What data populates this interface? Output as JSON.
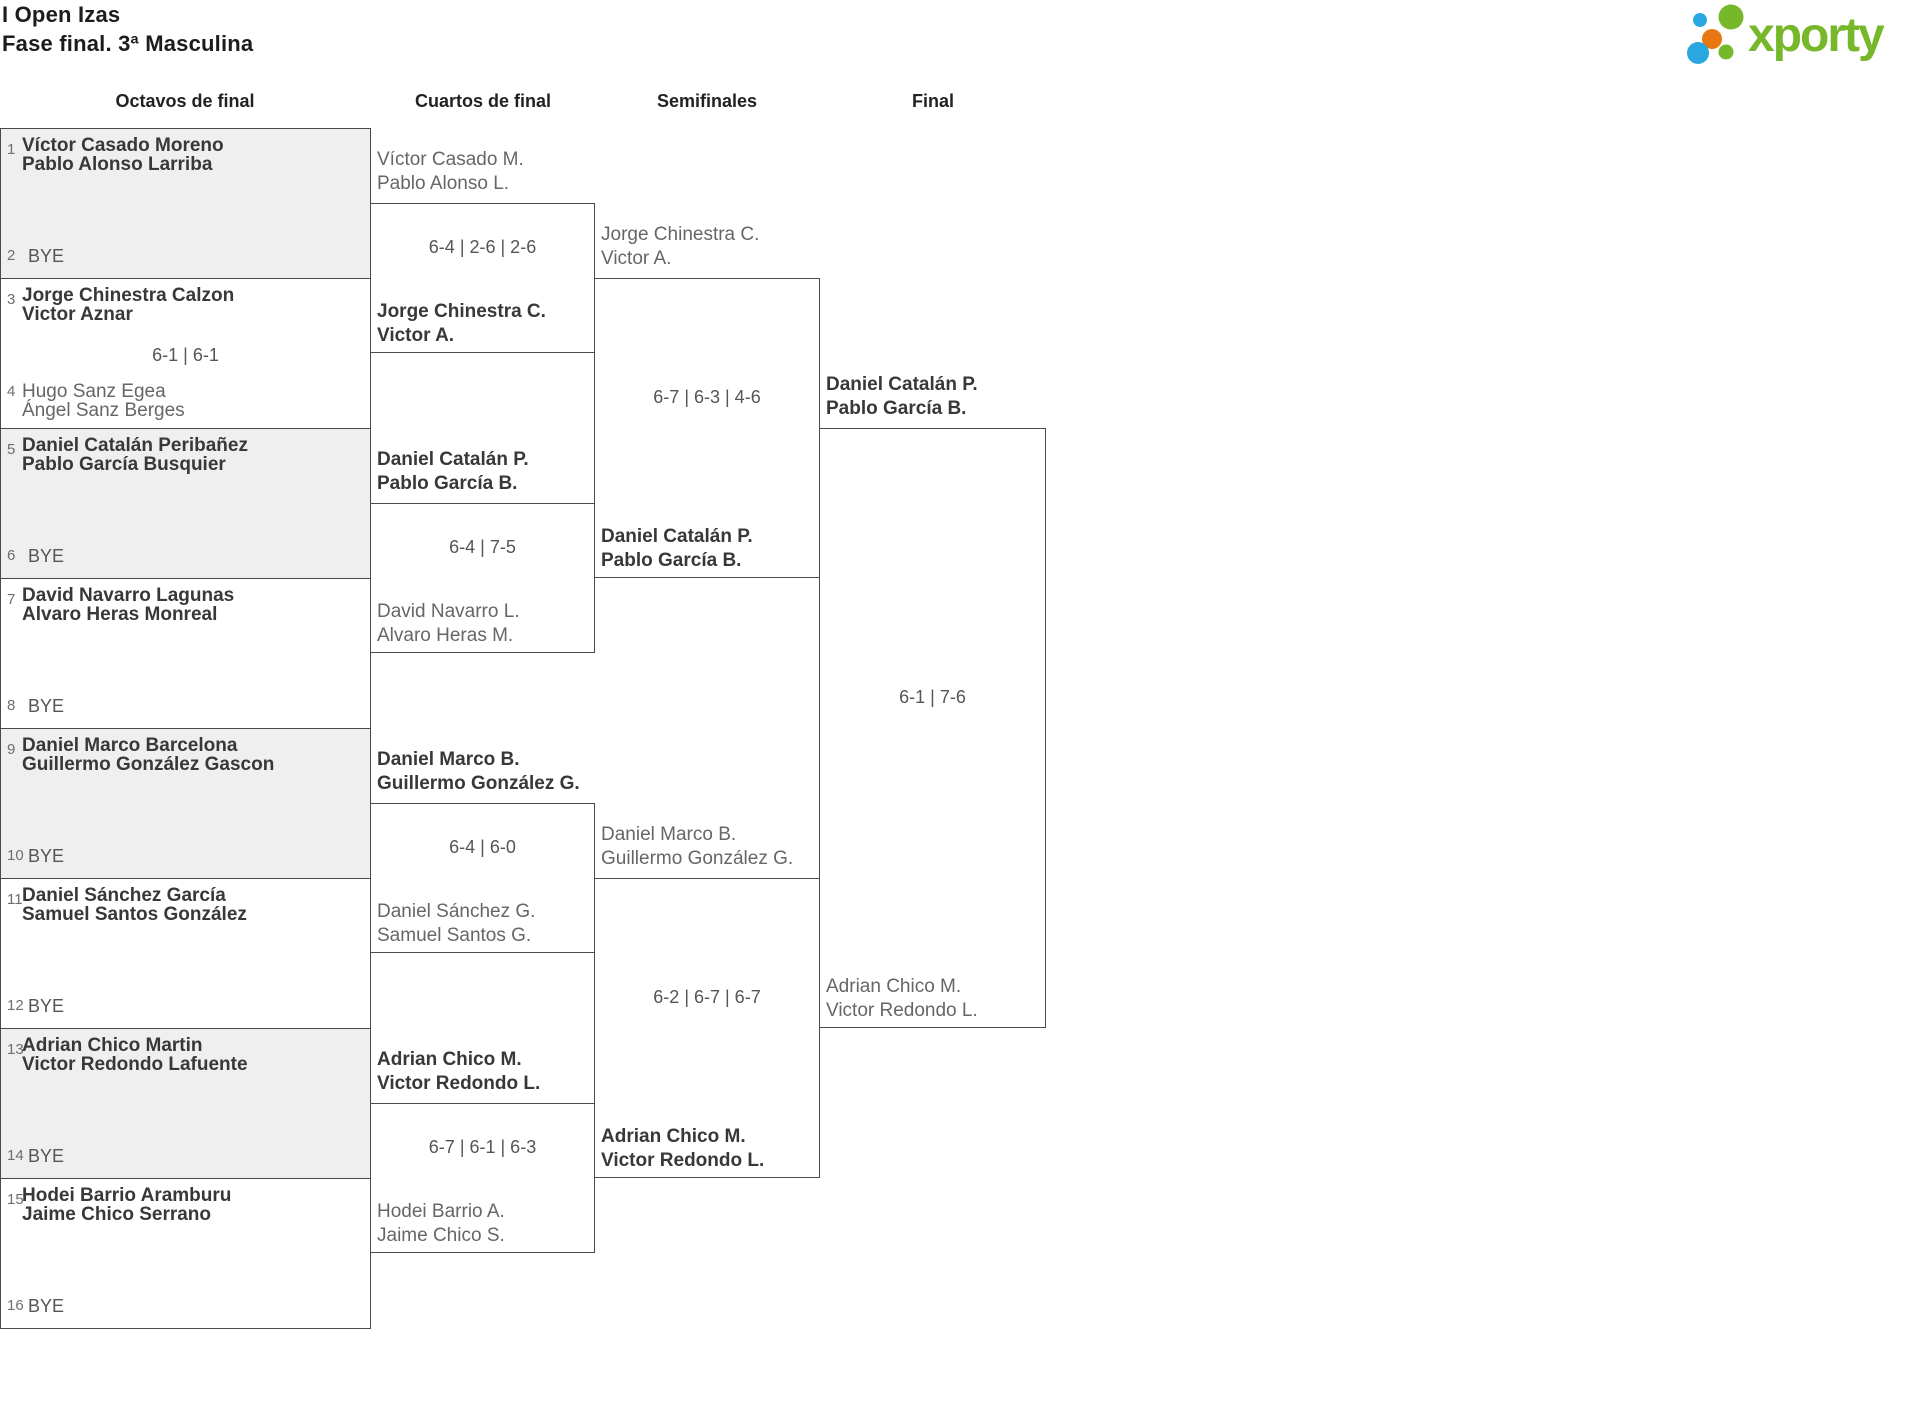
{
  "header": {
    "title": "I Open Izas",
    "subtitle": "Fase final. 3ª Masculina"
  },
  "logo": {
    "text": "xporty",
    "colors": {
      "green": "#76b82a",
      "blue": "#2aa7e0",
      "orange": "#e87711"
    }
  },
  "columns": [
    "Octavos de final",
    "Cuartos de final",
    "Semifinales",
    "Final"
  ],
  "r16": [
    {
      "seed1": "1",
      "team1": [
        "Víctor Casado Moreno",
        "Pablo Alonso Larriba"
      ],
      "seed2": "2",
      "team2": [
        "BYE"
      ]
    },
    {
      "seed1": "3",
      "team1": [
        "Jorge Chinestra Calzon",
        "Victor Aznar"
      ],
      "seed2": "4",
      "team2": [
        "Hugo Sanz Egea",
        "Ángel Sanz Berges"
      ],
      "score": "6-1 | 6-1"
    },
    {
      "seed1": "5",
      "team1": [
        "Daniel Catalán Peribañez",
        "Pablo García Busquier"
      ],
      "seed2": "6",
      "team2": [
        "BYE"
      ]
    },
    {
      "seed1": "7",
      "team1": [
        "David Navarro Lagunas",
        "Alvaro Heras Monreal"
      ],
      "seed2": "8",
      "team2": [
        "BYE"
      ]
    },
    {
      "seed1": "9",
      "team1": [
        "Daniel Marco Barcelona",
        "Guillermo González Gascon"
      ],
      "seed2": "10",
      "team2": [
        "BYE"
      ]
    },
    {
      "seed1": "11",
      "team1": [
        "Daniel Sánchez García",
        "Samuel Santos González"
      ],
      "seed2": "12",
      "team2": [
        "BYE"
      ]
    },
    {
      "seed1": "13",
      "team1": [
        "Adrian Chico Martin",
        "Victor Redondo Lafuente"
      ],
      "seed2": "14",
      "team2": [
        "BYE"
      ]
    },
    {
      "seed1": "15",
      "team1": [
        "Hodei Barrio Aramburu",
        "Jaime Chico Serrano"
      ],
      "seed2": "16",
      "team2": [
        "BYE"
      ]
    }
  ],
  "qf": [
    {
      "teamA": [
        "Víctor Casado M.",
        "Pablo Alonso L."
      ],
      "teamB": [
        "Jorge Chinestra C.",
        "Victor A."
      ],
      "score": "6-4 | 2-6 | 2-6"
    },
    {
      "teamA": [
        "Daniel Catalán P.",
        "Pablo García B."
      ],
      "teamB": [
        "David Navarro L.",
        "Alvaro Heras M."
      ],
      "score": "6-4 | 7-5"
    },
    {
      "teamA": [
        "Daniel Marco B.",
        "Guillermo González G."
      ],
      "teamB": [
        "Daniel Sánchez G.",
        "Samuel Santos G."
      ],
      "score": "6-4 | 6-0"
    },
    {
      "teamA": [
        "Adrian Chico M.",
        "Victor Redondo L."
      ],
      "teamB": [
        "Hodei Barrio A.",
        "Jaime Chico S."
      ],
      "score": "6-7 | 6-1 | 6-3"
    }
  ],
  "sf": [
    {
      "teamA": [
        "Jorge Chinestra C.",
        "Victor A."
      ],
      "teamB": [
        "Daniel Catalán P.",
        "Pablo García B."
      ],
      "score": "6-7 | 6-3 | 4-6"
    },
    {
      "teamA": [
        "Daniel Marco B.",
        "Guillermo González G."
      ],
      "teamB": [
        "Adrian Chico M.",
        "Victor Redondo L."
      ],
      "score": "6-2 | 6-7 | 6-7"
    }
  ],
  "final": {
    "teamA": [
      "Daniel Catalán P.",
      "Pablo García B."
    ],
    "teamB": [
      "Adrian Chico M.",
      "Victor Redondo L."
    ],
    "score": "6-1 | 7-6"
  }
}
